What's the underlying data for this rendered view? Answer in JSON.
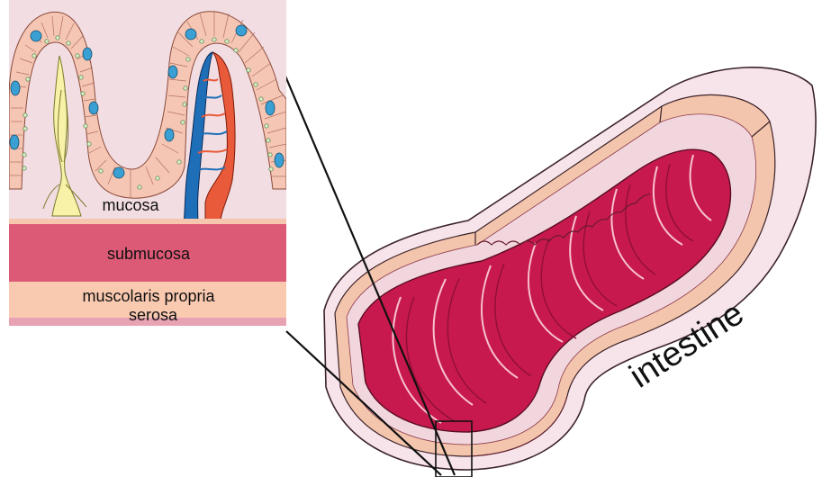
{
  "labels": {
    "mucosa": "mucosa",
    "submucosa": "submucosa",
    "muscularis": "muscolaris propria",
    "serosa": "serosa",
    "organ": "intestine"
  },
  "colors": {
    "epithelium": "#f6c6b4",
    "lamina": "#f2dde2",
    "goblet": "#3a9fd3",
    "artery": "#e85a3a",
    "vein": "#1f6fb8",
    "lacteal": "#f7f2a8",
    "submucosa": "#dd5a76",
    "muscularis": "#f9c9b0",
    "serosa": "#e7a3b4",
    "lumen": "#c8194e",
    "wall_outer": "#f7e4ea",
    "wall_mid": "#f4c5ad"
  }
}
